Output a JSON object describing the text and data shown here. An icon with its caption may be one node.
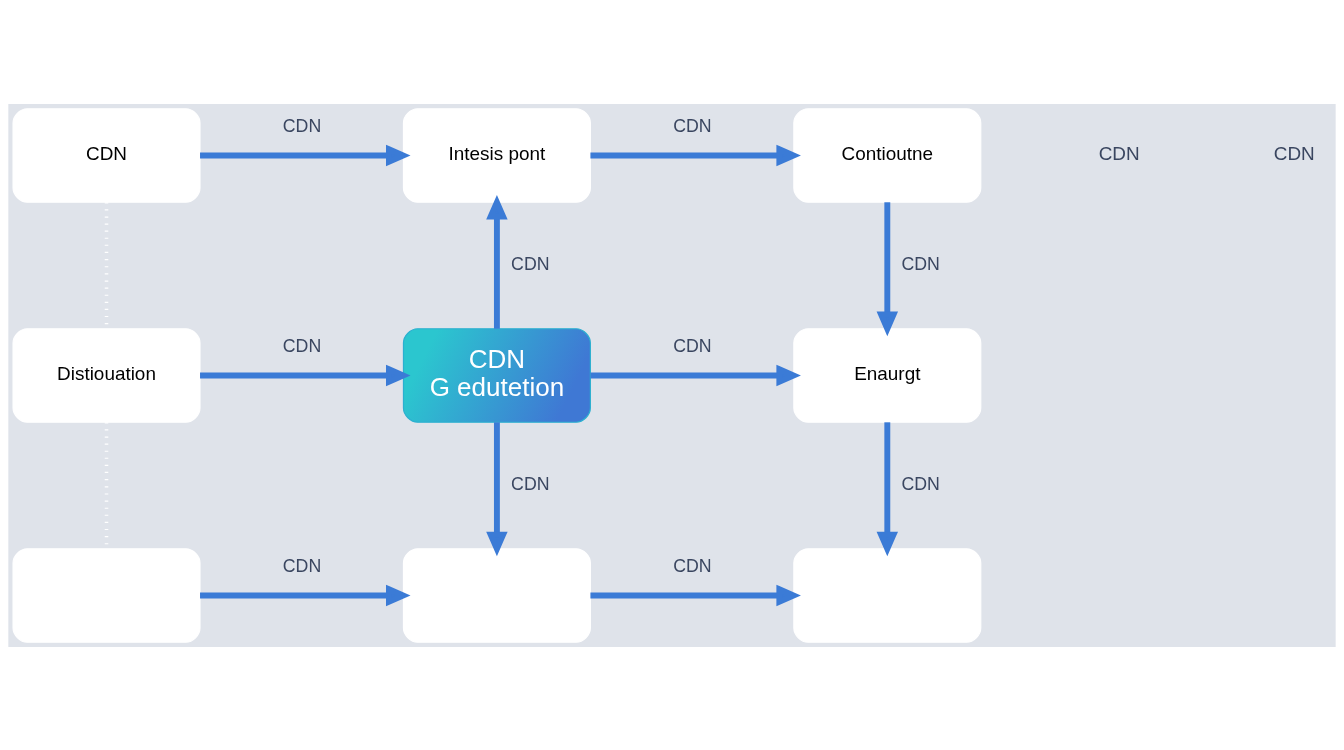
{
  "diagram": {
    "nodes": [
      {
        "text": [
          "CDN"
        ]
      },
      {
        "text": [
          "Intesis pont"
        ]
      },
      {
        "text": [
          "Contioutne"
        ]
      },
      {
        "text": [
          "Distiouation"
        ]
      },
      {
        "text": [
          "CDN",
          "G edutetion"
        ]
      },
      {
        "text": [
          "Enaurgt"
        ]
      },
      {
        "text": [],
        "shape": "box"
      },
      {
        "text": [],
        "shape": "box"
      },
      {
        "text": [],
        "shape": "box"
      }
    ],
    "edges": [
      {
        "from": 0,
        "to": 1,
        "arrow": "to",
        "label": "CDN"
      },
      {
        "from": 1,
        "to": 2,
        "arrow": "to",
        "label": "CDN"
      },
      {
        "from": 4,
        "to": 1,
        "arrow": "to",
        "label": "CDN"
      },
      {
        "from": 2,
        "to": 5,
        "arrow": "to",
        "label": "CDN"
      },
      {
        "from": 0,
        "to": 3,
        "arrow": "none",
        "style": "dashed",
        "color": "#ffffff"
      },
      {
        "from": 3,
        "to": 4,
        "arrow": "to",
        "label": "CDN"
      },
      {
        "from": 4,
        "to": 5,
        "arrow": "to",
        "label": "CDN"
      },
      {
        "from": 3,
        "to": 6,
        "arrow": "none",
        "style": "dashed",
        "color": "#ffffff"
      },
      {
        "from": 4,
        "to": 7,
        "arrow": "to",
        "label": "CDN"
      },
      {
        "from": 5,
        "to": 8,
        "arrow": "to",
        "label": "CDN"
      },
      {
        "from": 6,
        "to": 7,
        "arrow": "to",
        "label": "CDN"
      },
      {
        "from": 7,
        "to": 8,
        "arrow": "to",
        "label": "CDN"
      }
    ],
    "labels": [
      "CDN",
      "CDN"
    ]
  }
}
